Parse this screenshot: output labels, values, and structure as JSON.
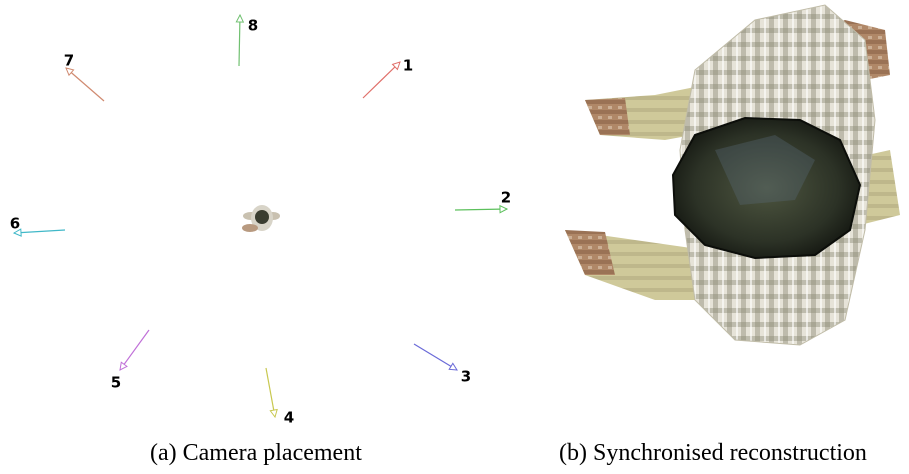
{
  "captions": {
    "a": "(a) Camera placement",
    "b": "(b) Synchronised reconstruction"
  },
  "cameras": [
    {
      "label": "1",
      "color": "#e0706a"
    },
    {
      "label": "2",
      "color": "#5cc05c"
    },
    {
      "label": "3",
      "color": "#6a6ad8"
    },
    {
      "label": "4",
      "color": "#c8c850"
    },
    {
      "label": "5",
      "color": "#c070d8"
    },
    {
      "label": "6",
      "color": "#40b8c8"
    },
    {
      "label": "7",
      "color": "#d08a70"
    },
    {
      "label": "8",
      "color": "#70c070"
    }
  ]
}
